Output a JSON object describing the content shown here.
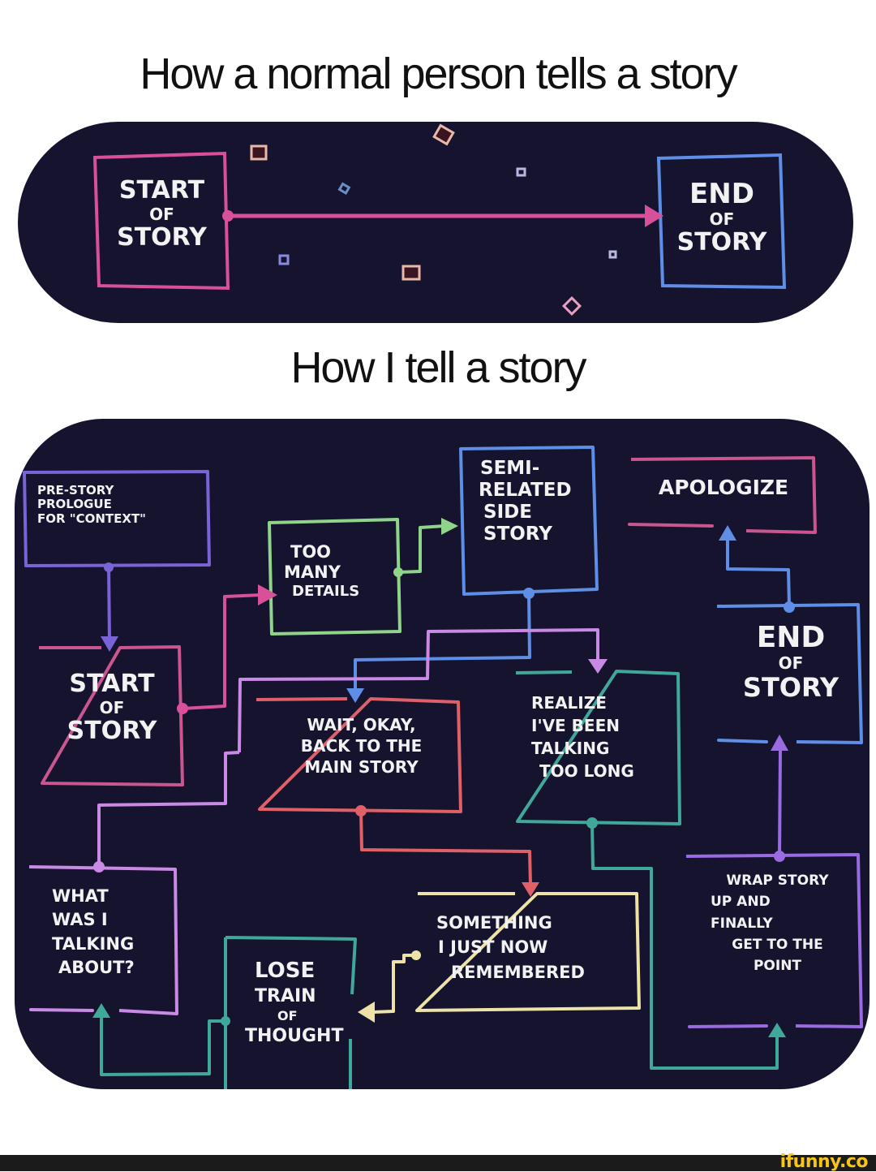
{
  "headings": {
    "top": "How a normal person tells a story",
    "bottom": "How I tell a story"
  },
  "colors": {
    "panel_bg": "#15132e",
    "text": "#f2f2f2",
    "pink": "#d9509a",
    "blue": "#5f8ee6",
    "violet": "#7a63d6",
    "green": "#8fd48a",
    "lilac": "#c98ae6",
    "red": "#e0606a",
    "teal": "#3fa89a",
    "cream": "#ede3a8",
    "purple": "#9a6be0",
    "rose": "#c9568e",
    "brand": "#f5c518"
  },
  "normal_story": {
    "start_box": {
      "lines": [
        "START",
        "OF",
        "STORY"
      ],
      "color": "pink"
    },
    "end_box": {
      "lines": [
        "END",
        "OF",
        "STORY"
      ],
      "color": "blue"
    },
    "arrow": {
      "from": "start_box",
      "to": "end_box",
      "color": "pink"
    }
  },
  "my_story": {
    "boxes": [
      {
        "id": "prologue",
        "lines": [
          "PRE-STORY",
          "PROLOGUE",
          "FOR \"CONTEXT\""
        ],
        "color": "violet"
      },
      {
        "id": "start",
        "lines": [
          "START",
          "OF",
          "STORY"
        ],
        "color": "rose"
      },
      {
        "id": "details",
        "lines": [
          "TOO",
          "MANY",
          "DETAILS"
        ],
        "color": "green"
      },
      {
        "id": "side",
        "lines": [
          "SEMI-",
          "RELATED",
          "SIDE",
          "STORY"
        ],
        "color": "blue"
      },
      {
        "id": "apologize",
        "lines": [
          "APOLOGIZE"
        ],
        "color": "rose"
      },
      {
        "id": "end",
        "lines": [
          "END",
          "OF",
          "STORY"
        ],
        "color": "blue"
      },
      {
        "id": "wait",
        "lines": [
          "WAIT, OKAY,",
          "BACK TO THE",
          "MAIN STORY"
        ],
        "color": "red"
      },
      {
        "id": "realize",
        "lines": [
          "REALIZE",
          "I'VE BEEN",
          "TALKING",
          "TOO LONG"
        ],
        "color": "teal"
      },
      {
        "id": "what",
        "lines": [
          "WHAT",
          "WAS I",
          "TALKING",
          "ABOUT?"
        ],
        "color": "lilac"
      },
      {
        "id": "lose",
        "lines": [
          "LOSE",
          "TRAIN",
          "OF",
          "THOUGHT"
        ],
        "color": "teal"
      },
      {
        "id": "something",
        "lines": [
          "SOMETHING",
          "I JUST NOW",
          "REMEMBERED"
        ],
        "color": "cream"
      },
      {
        "id": "wrap",
        "lines": [
          "WRAP STORY",
          "UP AND",
          "FINALLY",
          "GET TO THE",
          "POINT"
        ],
        "color": "purple"
      }
    ],
    "edges": [
      {
        "from": "prologue",
        "to": "start",
        "color": "violet"
      },
      {
        "from": "start",
        "to": "details",
        "color": "pink"
      },
      {
        "from": "details",
        "to": "side",
        "color": "green"
      },
      {
        "from": "side",
        "to": "wait",
        "color": "blue"
      },
      {
        "from": "start",
        "to": "realize",
        "color": "lilac"
      },
      {
        "from": "start",
        "to": "what",
        "color": "lilac"
      },
      {
        "from": "wait",
        "to": "something",
        "color": "red"
      },
      {
        "from": "something",
        "to": "lose",
        "color": "cream"
      },
      {
        "from": "lose",
        "to": "what",
        "color": "teal"
      },
      {
        "from": "realize",
        "to": "wrap",
        "color": "teal"
      },
      {
        "from": "wrap",
        "to": "end",
        "color": "purple"
      },
      {
        "from": "end",
        "to": "apologize",
        "color": "blue"
      }
    ]
  },
  "footer": {
    "brand": "ifunny.co"
  }
}
